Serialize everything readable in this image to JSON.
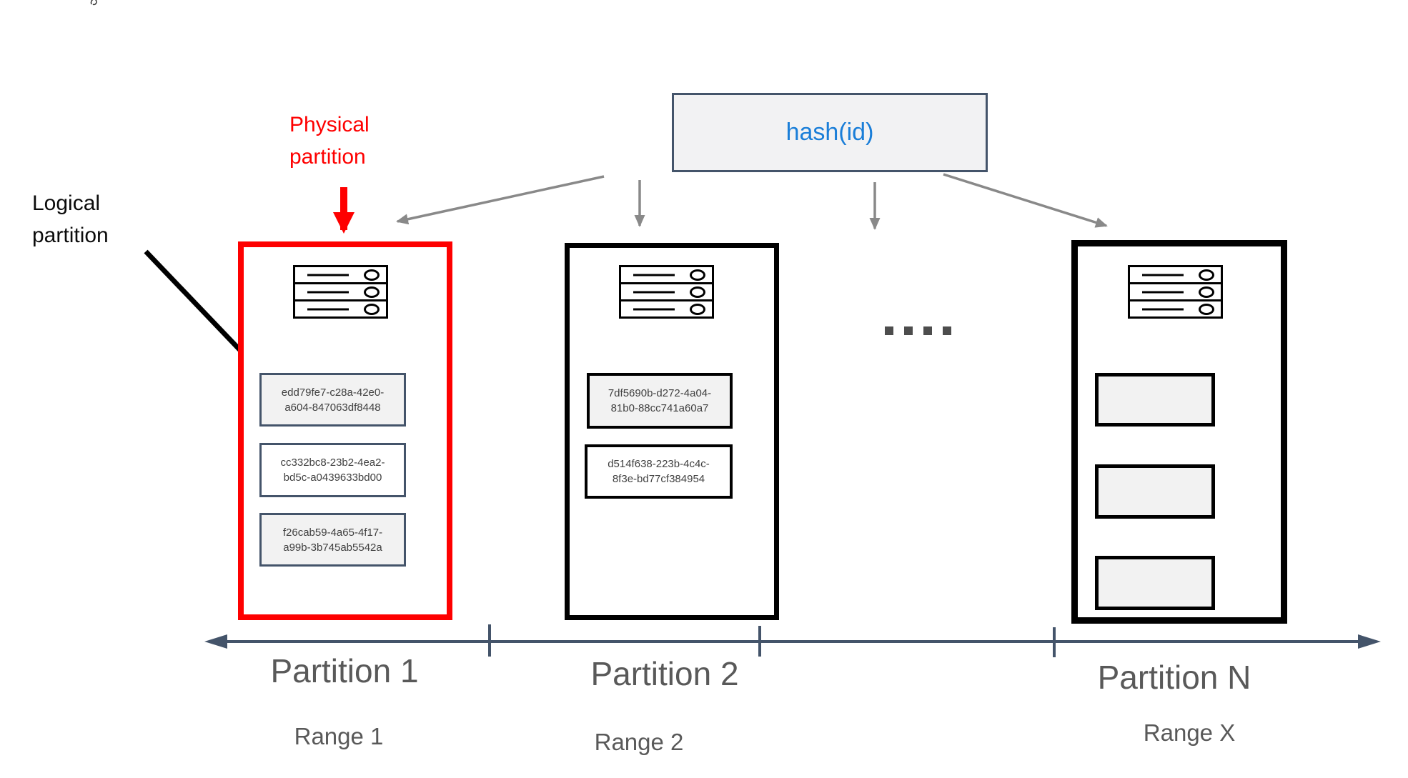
{
  "hash_box": {
    "label": "hash(id)"
  },
  "callouts": {
    "physical": {
      "line1": "Physical",
      "line2": "partition"
    },
    "logical": {
      "line1": "Logical",
      "line2": "partition"
    }
  },
  "partitions": [
    {
      "id": "partition-1",
      "highlighted": true,
      "axis_label": "Partition 1",
      "range_label": "Range 1",
      "logical_items": [
        {
          "uuid_line1": "edd79fe7-c28a-42e0-",
          "uuid_line2": "a604-847063df8448"
        },
        {
          "uuid_line1": "cc332bc8-23b2-4ea2-",
          "uuid_line2": "bd5c-a0439633bd00"
        },
        {
          "uuid_line1": "f26cab59-4a65-4f17-",
          "uuid_line2": "a99b-3b745ab5542a"
        }
      ]
    },
    {
      "id": "partition-2",
      "highlighted": false,
      "axis_label": "Partition 2",
      "range_label": "Range 2",
      "logical_items": [
        {
          "uuid_line1": "7df5690b-d272-4a04-",
          "uuid_line2": "81b0-88cc741a60a7"
        },
        {
          "uuid_line1": "d514f638-223b-4c4c-",
          "uuid_line2": "8f3e-bd77cf384954"
        }
      ]
    },
    {
      "id": "partition-n",
      "highlighted": false,
      "axis_label": "Partition N",
      "range_label": "Range X",
      "logical_items": [
        {},
        {},
        {}
      ]
    }
  ],
  "ellipsis": {
    "glyph": "square-dots",
    "count": 4
  },
  "colors": {
    "accent_slate": "#44546A",
    "highlight_red": "#FE0000",
    "arrow_gray": "#898989",
    "label_gray": "#595959",
    "box_fill_gray": "#F2F2F2",
    "hash_blue": "#1A7ED8"
  }
}
